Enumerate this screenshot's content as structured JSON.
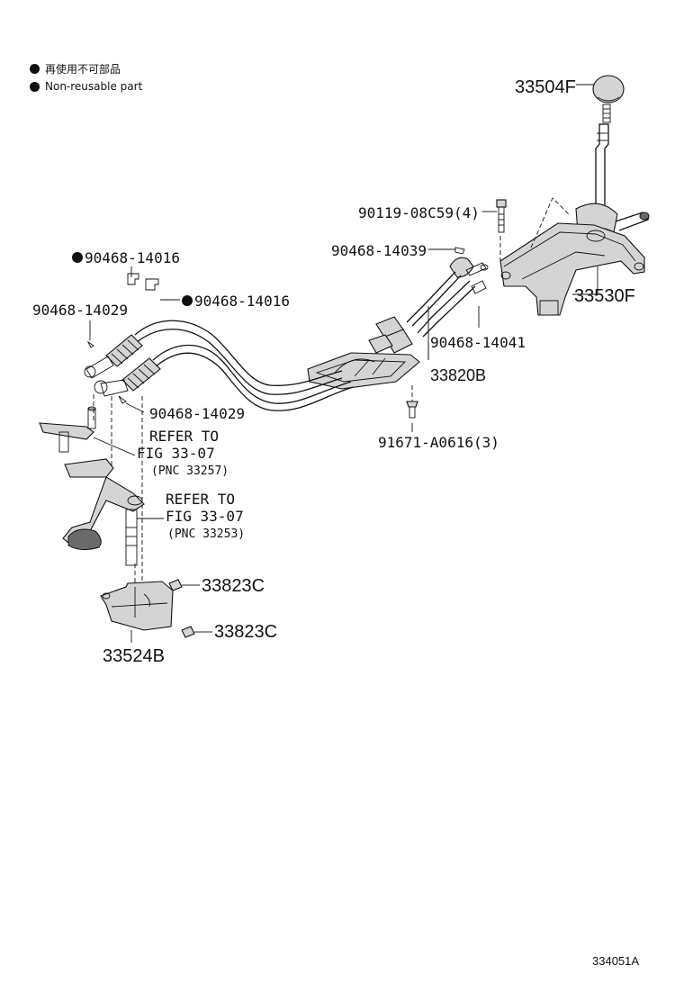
{
  "legend": {
    "items": [
      {
        "symbol": "filled-circle",
        "text": "再使用不可部品"
      },
      {
        "symbol": "filled-circle",
        "text": "Non-reusable part"
      }
    ]
  },
  "parts": {
    "knob": "33504F",
    "lever_housing": "33530F",
    "bolt": "90119-08C59(4)",
    "clip_upper": "90468-14039",
    "clip_right": "90468-14041",
    "cable_assy": "33820B",
    "screw": "91671-A0616(3)",
    "clip_top_left": "90468-14016",
    "clip_top_right": "90468-14016",
    "pin_upper": "90468-14029",
    "pin_lower": "90468-14029",
    "bracket_bolt_upper": "33823C",
    "bracket_bolt_lower": "33823C",
    "bracket": "33524B"
  },
  "references": {
    "ref1": {
      "line1": "REFER TO",
      "line2": "FIG 33-07",
      "line3": "(PNC 33257)"
    },
    "ref2": {
      "line1": "REFER TO",
      "line2": "FIG 33-07",
      "line3": "(PNC 33253)"
    }
  },
  "figure_id": "334051A",
  "colors": {
    "ink": "#111111",
    "shade": "#d4d4d4",
    "background": "#ffffff"
  }
}
